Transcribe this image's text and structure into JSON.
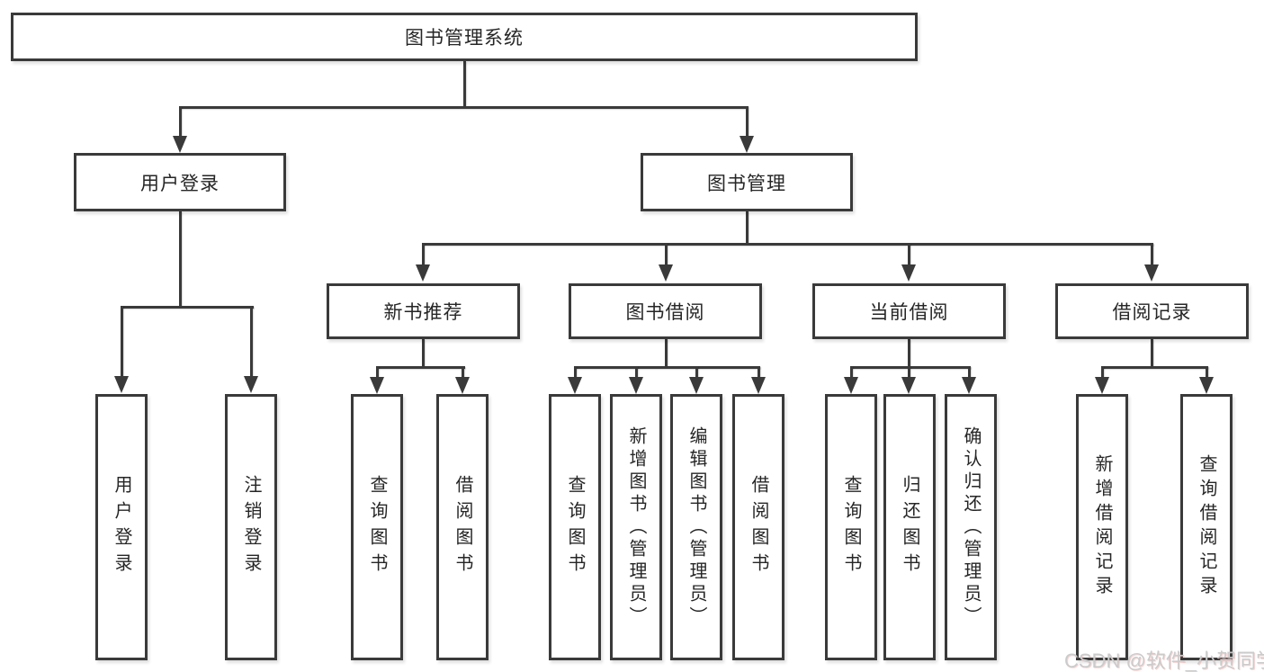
{
  "diagram": {
    "root": {
      "label": "图书管理系统"
    },
    "user_login": {
      "label": "用户登录",
      "children": [
        {
          "label": "用户登录"
        },
        {
          "label": "注销登录"
        }
      ]
    },
    "book_mgmt": {
      "label": "图书管理",
      "children": [
        {
          "label": "新书推荐",
          "children": [
            {
              "label": "查询图书"
            },
            {
              "label": "借阅图书"
            }
          ]
        },
        {
          "label": "图书借阅",
          "children": [
            {
              "label": "查询图书"
            },
            {
              "label": "新增图书（管理员）"
            },
            {
              "label": "编辑图书（管理员）"
            },
            {
              "label": "借阅图书"
            }
          ]
        },
        {
          "label": "当前借阅",
          "children": [
            {
              "label": "查询图书"
            },
            {
              "label": "归还图书"
            },
            {
              "label": "确认归还（管理员）"
            }
          ]
        },
        {
          "label": "借阅记录",
          "children": [
            {
              "label": "新增借阅记录"
            },
            {
              "label": "查询借阅记录"
            }
          ]
        }
      ]
    }
  },
  "watermark": {
    "text": "CSDN @软件_小贺同学"
  },
  "colors": {
    "line": "#3a3a3a",
    "text": "#262626",
    "background": "#ffffff",
    "watermark": "#cbcbcb"
  }
}
